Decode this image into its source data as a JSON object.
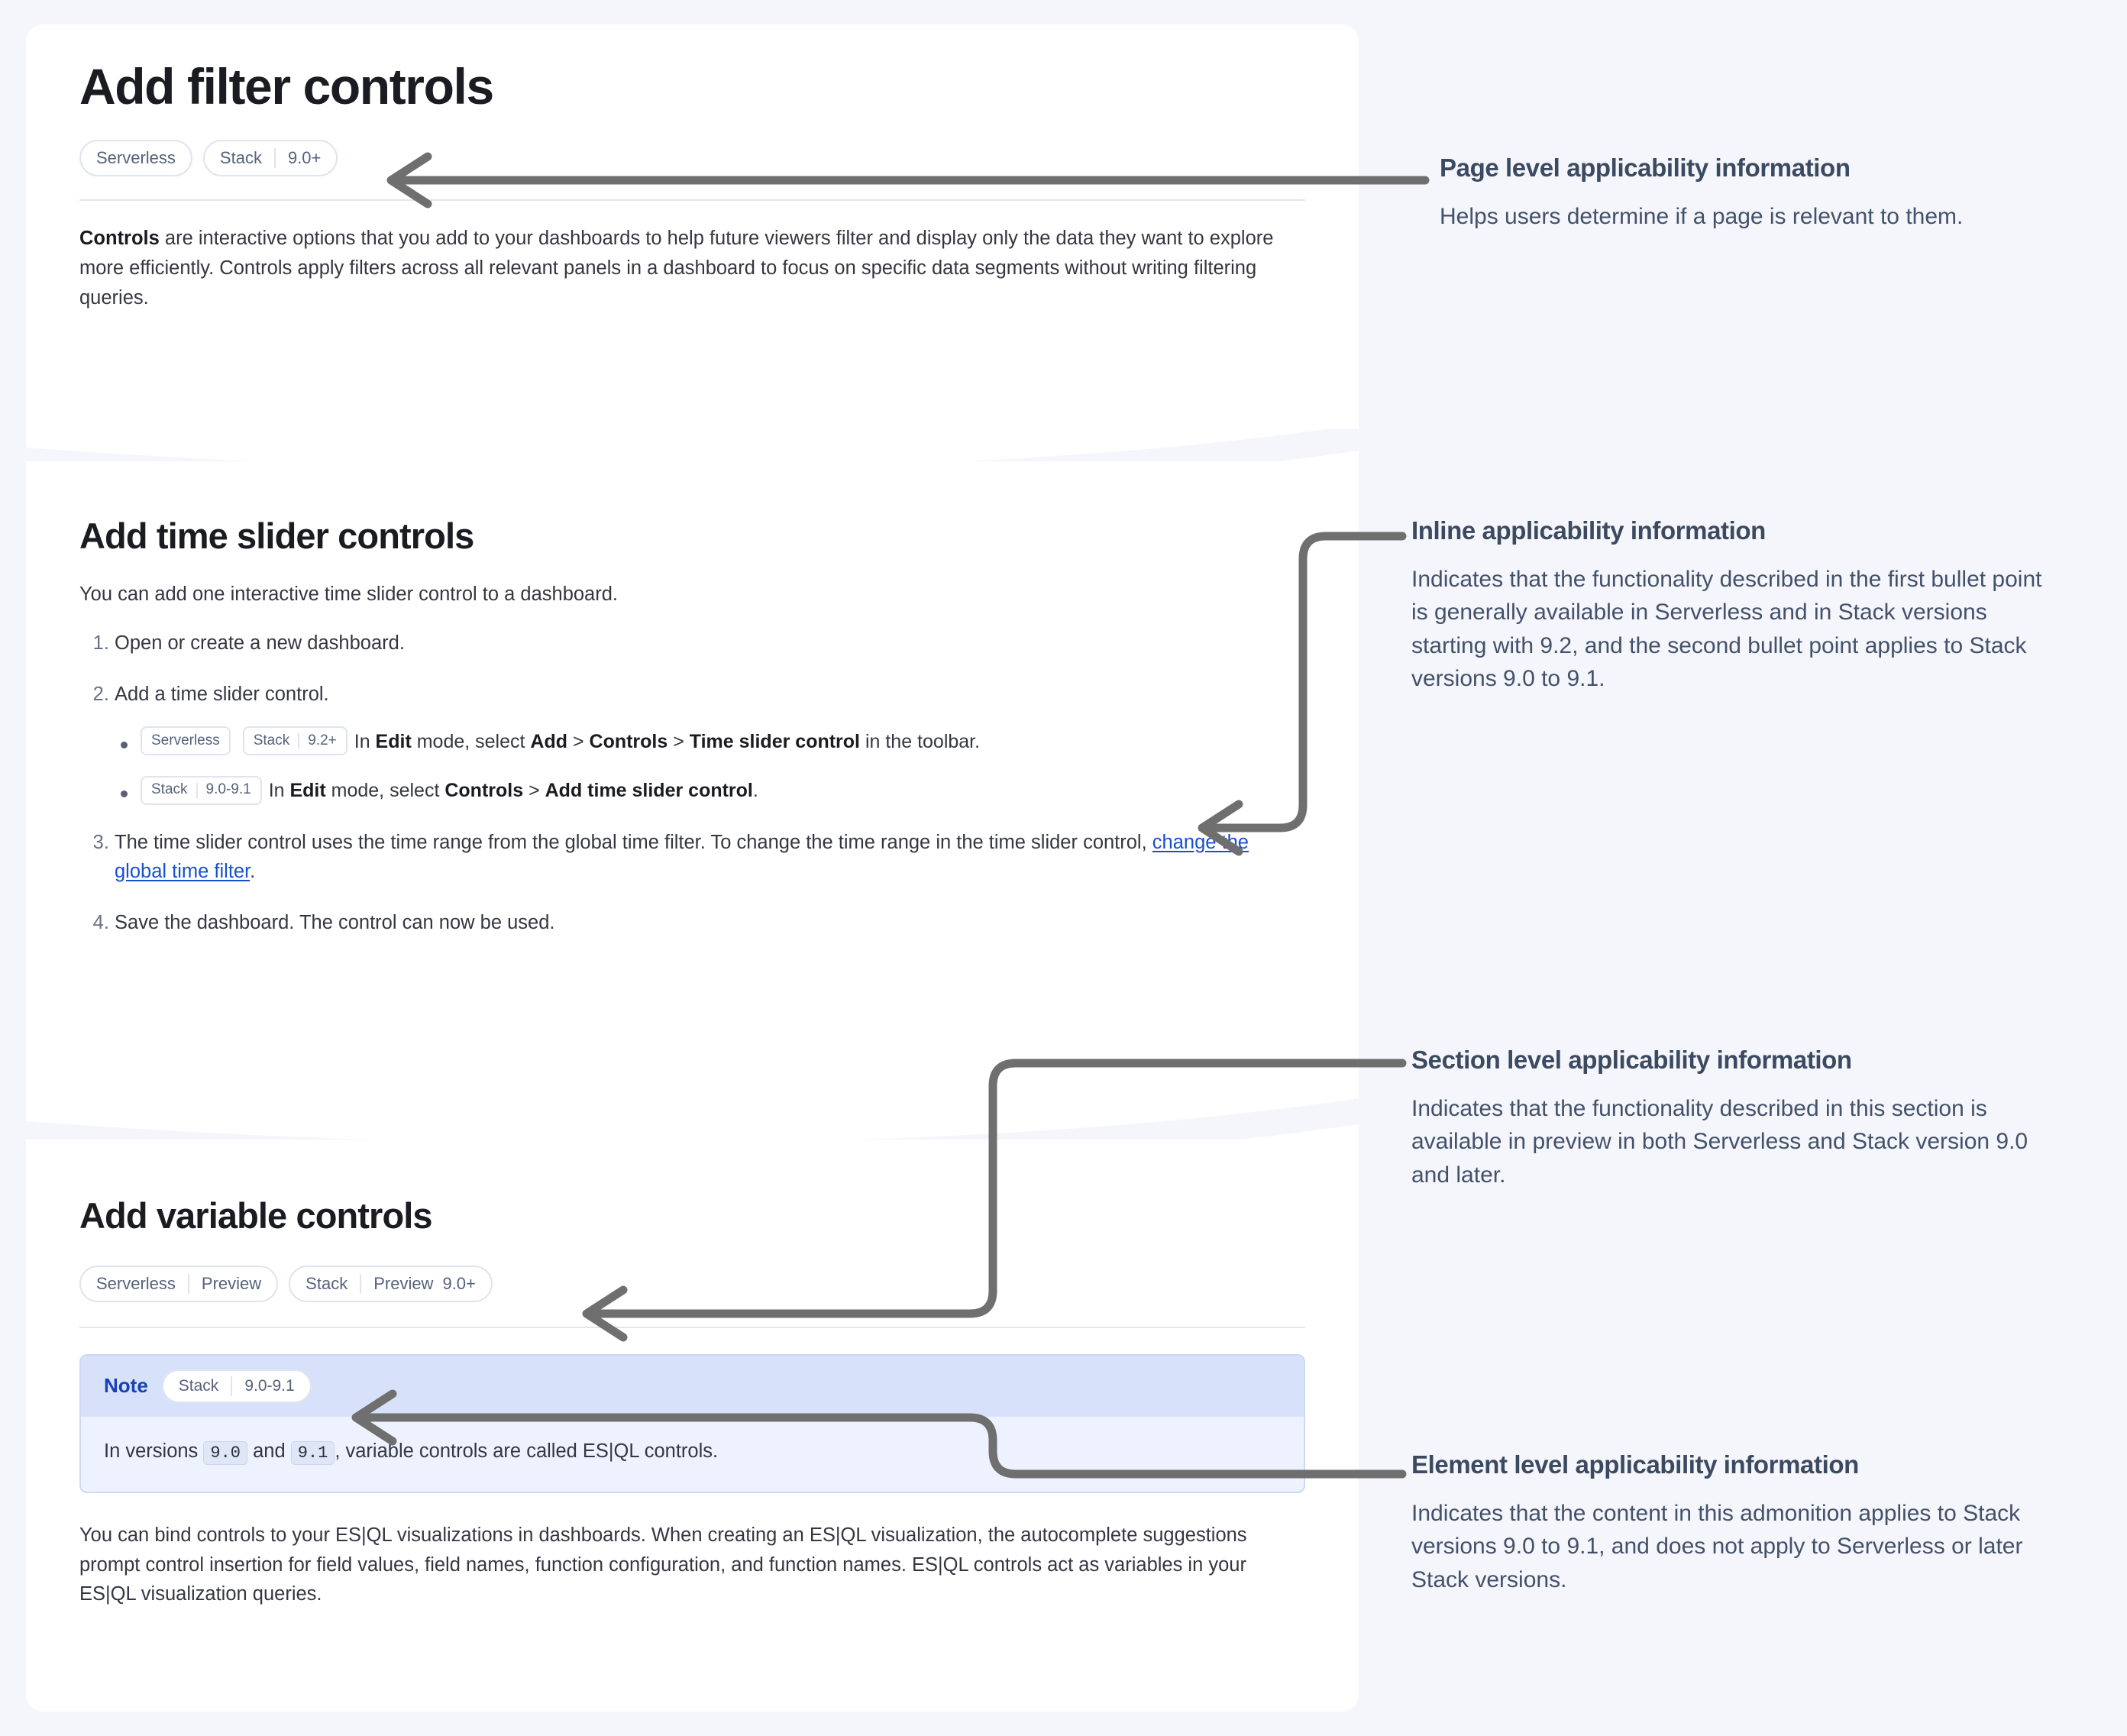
{
  "document": {
    "title": "Add filter controls",
    "page_badges": [
      {
        "name": "Serverless",
        "values": []
      },
      {
        "name": "Stack",
        "values": [
          "9.0+"
        ]
      }
    ],
    "intro": {
      "lead": "Controls",
      "rest": " are interactive options that you add to your dashboards to help future viewers filter and display only the data they want to explore more efficiently. Controls apply filters across all relevant panels in a dashboard to focus on specific data segments without writing filtering queries."
    },
    "section_time_slider": {
      "heading": "Add time slider controls",
      "intro": "You can add one interactive time slider control to a dashboard.",
      "steps": [
        {
          "text": "Open or create a new dashboard."
        },
        {
          "text": "Add a time slider control."
        },
        {
          "text_before_link": "The time slider control uses the time range from the global time filter. To change the time range in the time slider control, ",
          "link": "change the global time filter",
          "text_after_link": "."
        },
        {
          "text": "Save the dashboard. The control can now be used."
        }
      ],
      "bullets": [
        {
          "chips": [
            {
              "name": "Serverless",
              "values": []
            },
            {
              "name": "Stack",
              "values": [
                "9.2+"
              ]
            }
          ],
          "parts": [
            {
              "t": "In ",
              "b": false
            },
            {
              "t": "Edit",
              "b": true
            },
            {
              "t": " mode, select ",
              "b": false
            },
            {
              "t": "Add",
              "b": true
            },
            {
              "t": " > ",
              "b": false
            },
            {
              "t": "Controls",
              "b": true
            },
            {
              "t": " > ",
              "b": false
            },
            {
              "t": "Time slider control",
              "b": true
            },
            {
              "t": " in the toolbar.",
              "b": false
            }
          ]
        },
        {
          "chips": [
            {
              "name": "Stack",
              "values": [
                "9.0-9.1"
              ]
            }
          ],
          "parts": [
            {
              "t": "In ",
              "b": false
            },
            {
              "t": "Edit",
              "b": true
            },
            {
              "t": " mode, select ",
              "b": false
            },
            {
              "t": "Controls",
              "b": true
            },
            {
              "t": " > ",
              "b": false
            },
            {
              "t": "Add time slider control",
              "b": true
            },
            {
              "t": ".",
              "b": false
            }
          ]
        }
      ]
    },
    "section_variable": {
      "heading": "Add variable controls",
      "badges": [
        {
          "name": "Serverless",
          "values": [
            "Preview"
          ]
        },
        {
          "name": "Stack",
          "values": [
            "Preview",
            "9.0+"
          ]
        }
      ],
      "note": {
        "label": "Note",
        "badge": {
          "name": "Stack",
          "values": [
            "9.0-9.1"
          ]
        },
        "body_parts": [
          {
            "t": "In versions ",
            "code": false
          },
          {
            "t": "9.0",
            "code": true
          },
          {
            "t": " and ",
            "code": false
          },
          {
            "t": "9.1",
            "code": true
          },
          {
            "t": ", variable controls are called ES|QL controls.",
            "code": false
          }
        ]
      },
      "paragraph": "You can bind controls to your ES|QL visualizations in dashboards. When creating an ES|QL visualization, the autocomplete suggestions prompt control insertion for field values, field names, function configuration, and function names. ES|QL controls act as variables in your ES|QL visualization queries."
    }
  },
  "annotations": [
    {
      "title": "Page level applicability information",
      "body": "Helps users determine if a page is relevant to them."
    },
    {
      "title": "Inline applicability information",
      "body": "Indicates that the functionality described in the first bullet point is generally available in Serverless and in Stack versions starting with 9.2, and the second bullet point applies to Stack versions 9.0 to 9.1."
    },
    {
      "title": "Section level applicability information",
      "body": "Indicates that the functionality described in this section is available in preview in both Serverless and Stack version 9.0 and later."
    },
    {
      "title": "Element level applicability information",
      "body": "Indicates that the content in this admonition applies to Stack versions 9.0 to 9.1, and does not apply to Serverless or later Stack versions."
    }
  ],
  "colors": {
    "page_background": "#f4f6fb",
    "card_background": "#ffffff",
    "annotation_title": "#3c4a61",
    "annotation_body": "#44516a",
    "connector": "#6f6f6f",
    "link": "#1750cf",
    "badge_border": "#e0e4ee",
    "badge_text": "#56627c",
    "note_header": "#d7e2fa",
    "note_body": "#eef2fe",
    "note_label": "#1641b8"
  }
}
